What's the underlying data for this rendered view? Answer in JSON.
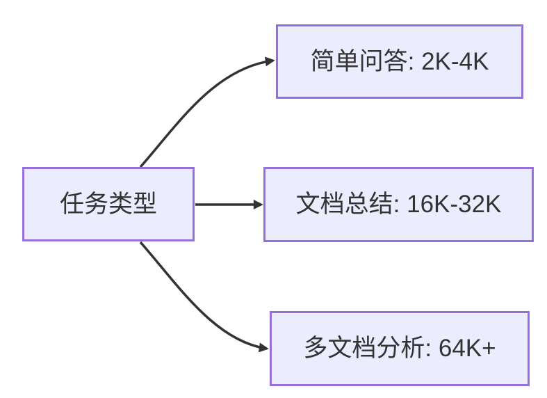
{
  "diagram": {
    "type": "flowchart-left-to-right",
    "root": {
      "label": "任务类型"
    },
    "branches": [
      {
        "id": "simple-qa",
        "label": "简单问答: 2K-4K"
      },
      {
        "id": "doc-summary",
        "label": "文档总结: 16K-32K"
      },
      {
        "id": "multi-doc",
        "label": "多文档分析: 64K+"
      }
    ],
    "edges": [
      {
        "from": "任务类型",
        "to": "简单问答: 2K-4K"
      },
      {
        "from": "任务类型",
        "to": "文档总结: 16K-32K"
      },
      {
        "from": "任务类型",
        "to": "多文档分析: 64K+"
      }
    ],
    "colors": {
      "node_fill": "#ECECFF",
      "node_border": "#9370DB",
      "edge_stroke": "#333333",
      "text": "#333333",
      "background": "#FFFFFF"
    }
  }
}
